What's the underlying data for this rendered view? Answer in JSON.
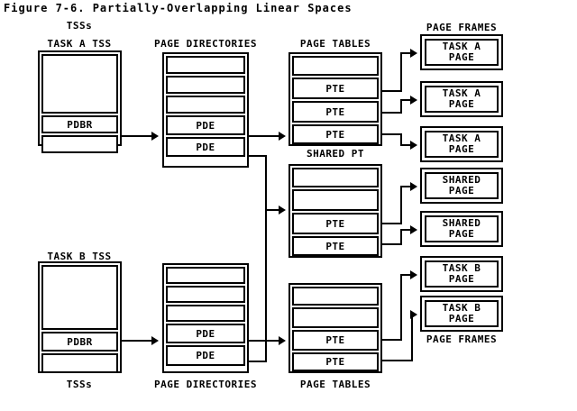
{
  "figure": {
    "title": "Figure 7-6. Partially-Overlapping Linear Spaces"
  },
  "labels": {
    "tss_top": "TSSs",
    "tss_bottom": "TSSs",
    "task_a_tss": "TASK A TSS",
    "task_b_tss": "TASK B TSS",
    "page_directories_top": "PAGE DIRECTORIES",
    "page_directories_bottom": "PAGE DIRECTORIES",
    "page_tables_top": "PAGE TABLES",
    "page_tables_bottom": "PAGE TABLES",
    "shared_pt": "SHARED PT",
    "page_frames_top": "PAGE FRAMES",
    "page_frames_bottom": "PAGE FRAMES"
  },
  "task_a_tss": {
    "cells": [
      "",
      "",
      "",
      "PDBR",
      ""
    ]
  },
  "task_b_tss": {
    "cells": [
      "",
      "",
      "",
      "PDBR",
      ""
    ]
  },
  "page_directory_a": {
    "cells": [
      "",
      "",
      "",
      "PDE",
      "PDE"
    ]
  },
  "page_directory_b": {
    "cells": [
      "",
      "",
      "",
      "PDE",
      "PDE"
    ]
  },
  "page_table_a": {
    "cells": [
      "",
      "PTE",
      "PTE",
      "PTE"
    ]
  },
  "shared_page_table": {
    "cells": [
      "",
      "",
      "PTE",
      "PTE"
    ]
  },
  "page_table_b": {
    "cells": [
      "",
      "",
      "PTE",
      "PTE"
    ]
  },
  "page_frames": [
    {
      "line1": "TASK A",
      "line2": "PAGE"
    },
    {
      "line1": "TASK A",
      "line2": "PAGE"
    },
    {
      "line1": "TASK A",
      "line2": "PAGE"
    },
    {
      "line1": "SHARED",
      "line2": "PAGE"
    },
    {
      "line1": "SHARED",
      "line2": "PAGE"
    },
    {
      "line1": "TASK B",
      "line2": "PAGE"
    },
    {
      "line1": "TASK B",
      "line2": "PAGE"
    }
  ],
  "colors": {
    "ink": "#000000",
    "paper": "#ffffff"
  }
}
